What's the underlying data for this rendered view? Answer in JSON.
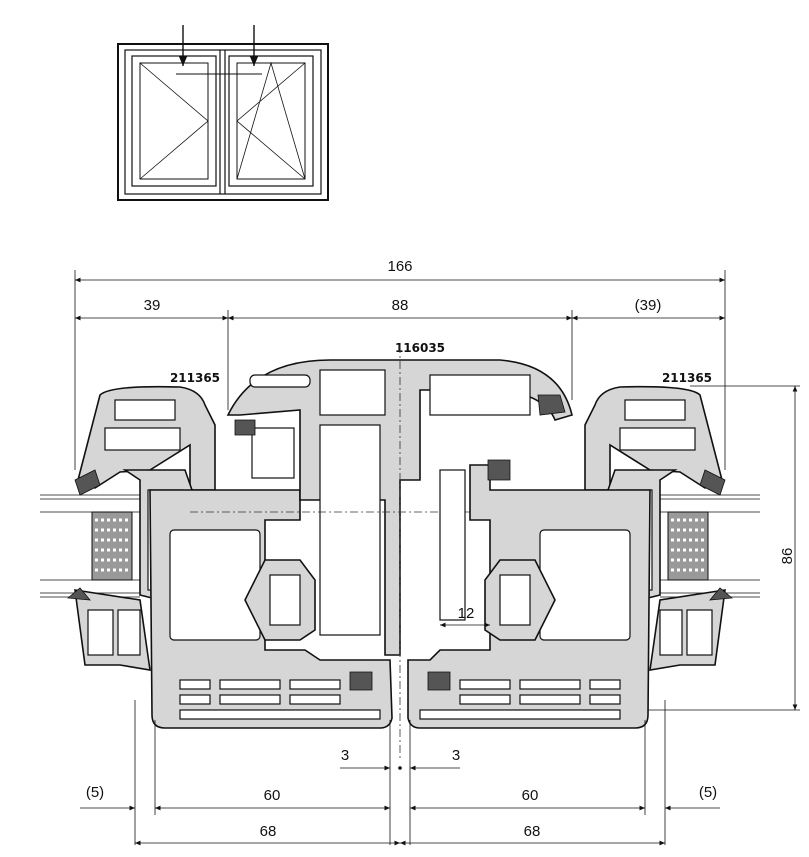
{
  "drawing": {
    "profile_codes": {
      "mullion": "116035",
      "left_sash": "211365",
      "right_sash": "211365"
    },
    "dimensions": {
      "overall_width": "166",
      "left_part": "39",
      "middle_part": "88",
      "right_part": "(39)",
      "height": "86",
      "gap": "12",
      "left_gap": "3",
      "right_gap": "3",
      "left_offset": "(5)",
      "left_frame": "60",
      "right_frame": "60",
      "right_offset": "(5)",
      "left_total": "68",
      "right_total": "68"
    }
  }
}
